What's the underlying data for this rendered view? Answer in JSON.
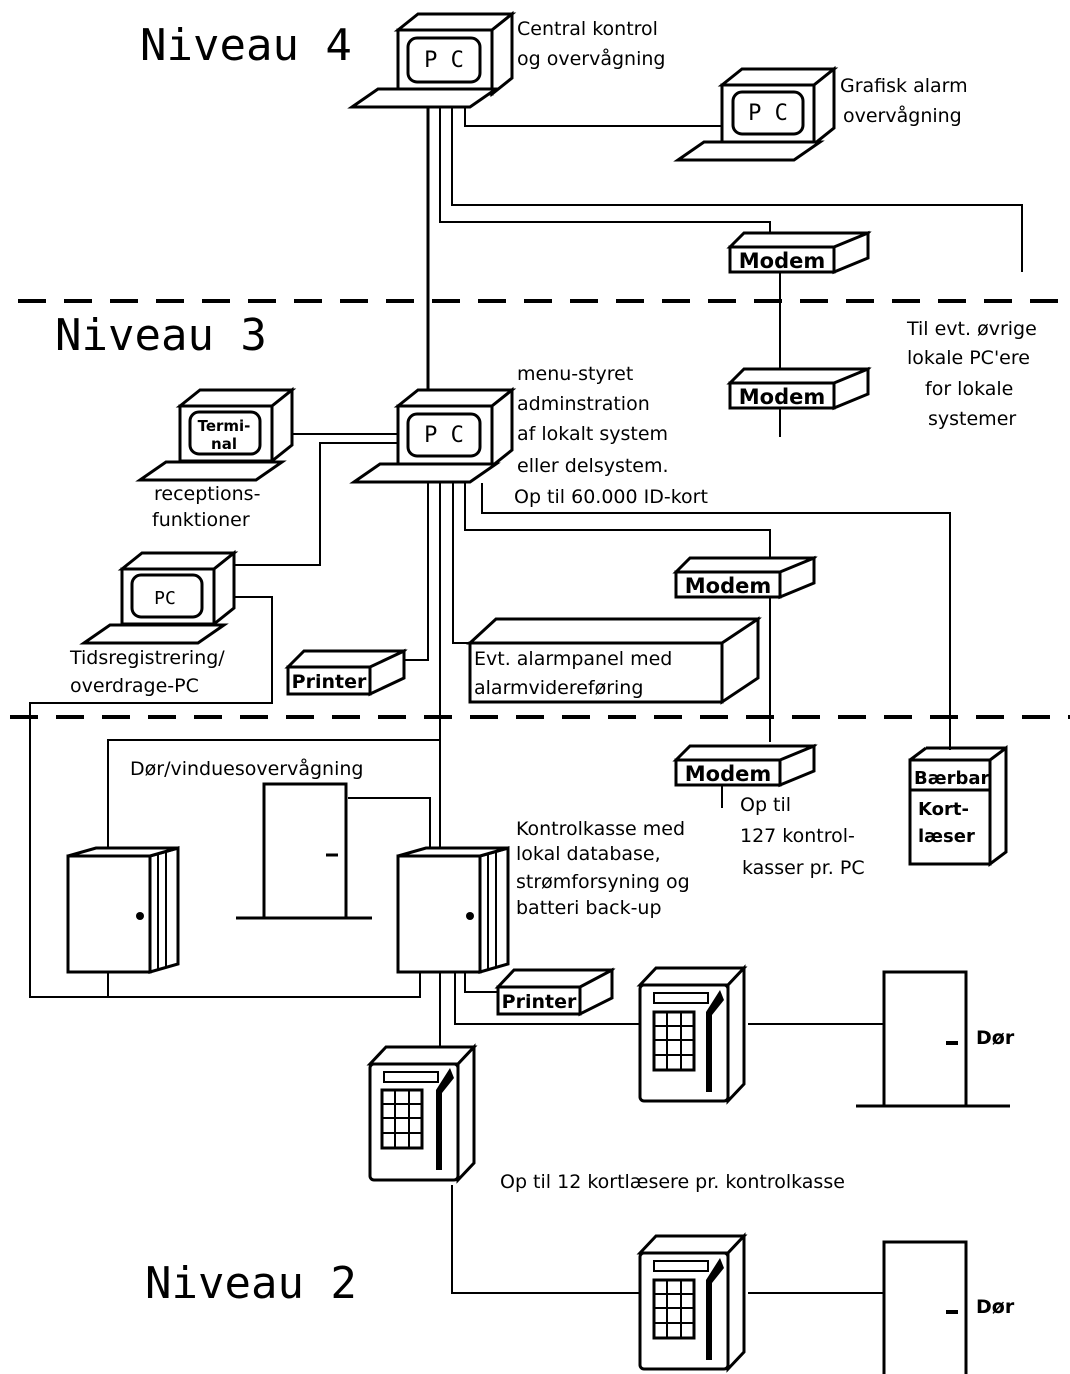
{
  "levels": {
    "level4": "Niveau 4",
    "level3": "Niveau 3",
    "level2": "Niveau 2"
  },
  "devices": {
    "pc_label": "P C",
    "pc_label_small": "PC",
    "terminal_label_1": "Termi-",
    "terminal_label_2": "nal",
    "modem_label": "Modem",
    "printer_label": "Printer",
    "portable_1": "Bærbar",
    "portable_2": "Kort-",
    "portable_3": "læser"
  },
  "labels": {
    "central_1": "Central kontrol",
    "central_2": "og overvågning",
    "grafisk_1": "Grafisk alarm",
    "grafisk_2": "overvågning",
    "remote_1": "Til evt. øvrige",
    "remote_2": "lokale PC'ere",
    "remote_3": "for lokale",
    "remote_4": "systemer",
    "menu_1": "menu-styret",
    "menu_2": "adminstration",
    "menu_3": "af lokalt system",
    "menu_4": "eller delsystem.",
    "menu_5": "Op til 60.000 ID-kort",
    "reception_1": "receptions-",
    "reception_2": "funktioner",
    "tids_1": "Tidsregistrering/",
    "tids_2": "overdrage-PC",
    "alarm_1": "Evt. alarmpanel med",
    "alarm_2": "alarmvidereføring",
    "door_window": "Dør/vinduesovervågning",
    "kontrol_1": "Kontrolkasse med",
    "kontrol_2": "lokal database,",
    "kontrol_3": "strømforsyning og",
    "kontrol_4": "batteri back-up",
    "optil_1": "Op til",
    "optil_2": "127 kontrol-",
    "optil_3": "kasser pr. PC",
    "readers": "Op til 12 kortlæsere pr. kontrolkasse",
    "door_1": "Dør",
    "door_2": "Dør"
  }
}
